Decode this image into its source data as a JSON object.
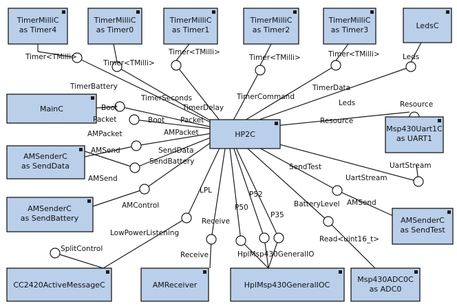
{
  "center": {
    "id": "hp2c",
    "label": "HP2C"
  },
  "components": [
    {
      "id": "timer4",
      "lines": [
        "TimerMilliC",
        "as Timer4"
      ]
    },
    {
      "id": "timer0",
      "lines": [
        "TimerMilliC",
        "as Timer0"
      ]
    },
    {
      "id": "timer1",
      "lines": [
        "TimerMilliC",
        "as Timer1"
      ]
    },
    {
      "id": "timer2",
      "lines": [
        "TimerMilliC",
        "as Timer2"
      ]
    },
    {
      "id": "timer3",
      "lines": [
        "TimerMilliC",
        "as Timer3"
      ]
    },
    {
      "id": "leds",
      "lines": [
        "LedsC"
      ]
    },
    {
      "id": "main",
      "lines": [
        "MainC"
      ]
    },
    {
      "id": "uart",
      "lines": [
        "Msp430Uart1C",
        "as UART1"
      ]
    },
    {
      "id": "senddata",
      "lines": [
        "AMSenderC",
        "as SendData"
      ]
    },
    {
      "id": "sendbattery",
      "lines": [
        "AMSenderC",
        "as SendBattery"
      ]
    },
    {
      "id": "sendtest",
      "lines": [
        "AMSenderC",
        "as SendTest"
      ]
    },
    {
      "id": "cc2420",
      "lines": [
        "CC2420ActiveMessageC"
      ]
    },
    {
      "id": "amreceiver",
      "lines": [
        "AMReceiver"
      ]
    },
    {
      "id": "hplgpio",
      "lines": [
        "HplMsp430GeneralIOC"
      ]
    },
    {
      "id": "adc",
      "lines": [
        "Msp430ADC0C",
        "as ADC0"
      ]
    }
  ],
  "labels": {
    "timer4_iface": "Timer<TMilli>",
    "timer0_iface": "Timer<TMilli>",
    "timer1_iface": "Timer<TMilli>",
    "timer2_iface": "Timer<TMilli>",
    "timer3_iface": "Timer<TMilli>",
    "leds_iface": "Leds",
    "timer_battery": "TimerBattery",
    "timer_seconds": "TimerSeconds",
    "timer_delay": "TimerDelay",
    "timer_command": "TimerCommand",
    "timer_data": "TimerData",
    "leds_use": "Leds",
    "boot_use": "Boot",
    "boot_iface": "Boot",
    "resource_iface": "Resource",
    "resource_use": "Resource",
    "packet_iface": "Packet",
    "packet_use": "Packet",
    "amp_iface": "AMPacket",
    "amp_use": "AMPacket",
    "amsend_data_iface": "AMSend",
    "senddata_use": "SendData",
    "sendbattery_use": "SendBattery",
    "amsend_batt_iface": "AMSend",
    "uartstream_iface": "UartStream",
    "uartstream_use": "UartStream",
    "sendtest_use": "SendTest",
    "amsend_test_iface": "AMSend",
    "lpl_use": "LPL",
    "amcontrol_use": "AMControl",
    "lowpower_iface": "LowPowerListening",
    "splitcontrol_iface": "SplitControl",
    "p50_use": "P50",
    "p52_use": "P52",
    "p35_use": "P35",
    "receive_use": "Receive",
    "receive_iface": "Receive",
    "hplgpio_iface": "HplMsp430GeneralIO",
    "battery_use": "BatteryLevel",
    "read_iface": "Read<uint16_t>"
  }
}
